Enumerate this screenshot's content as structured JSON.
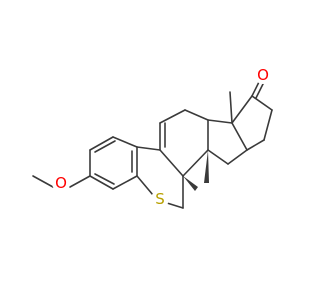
{
  "molecule": {
    "atoms": {
      "oxygen_ketone": {
        "symbol": "O",
        "color": "#ff0000"
      },
      "oxygen_ether": {
        "symbol": "O",
        "color": "#ff0000"
      },
      "sulfur": {
        "symbol": "S",
        "color": "#b8a000"
      }
    },
    "bond_color": "#3a3a3a"
  }
}
